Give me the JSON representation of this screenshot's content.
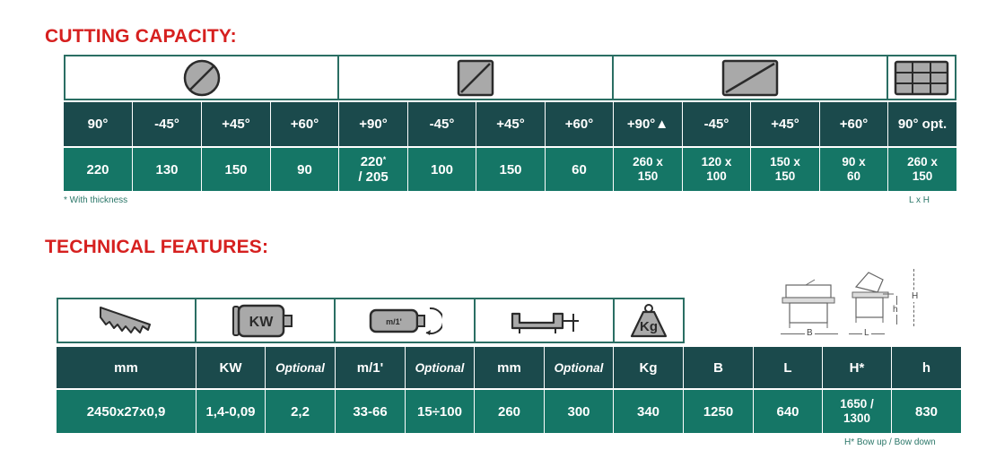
{
  "cutting": {
    "title": "CUTTING CAPACITY:",
    "icons": [
      "round-section-icon",
      "square-section-icon",
      "rectangular-section-icon",
      "bundle-section-icon"
    ],
    "headers": [
      "90°",
      "-45°",
      "+45°",
      "+60°",
      "+90°",
      "-45°",
      "+45°",
      "+60°",
      "+90°▲",
      "-45°",
      "+45°",
      "+60°",
      "90° opt."
    ],
    "values": [
      "220",
      "130",
      "150",
      "90",
      "220",
      "/ 205",
      "100",
      "150",
      "60",
      "260 x 150",
      "120 x 100",
      "150 x 150",
      "90 x 60",
      "260 x 150"
    ],
    "sup_mark": "*",
    "note_left": "* With thickness",
    "note_right": "L x H"
  },
  "technical": {
    "title": "TECHNICAL FEATURES:",
    "icons": [
      "saw-blade-icon",
      "motor-kw-icon",
      "blade-speed-icon",
      "vice-icon",
      "weight-kg-icon"
    ],
    "motor_label": "KW",
    "speed_label": "m/1'",
    "weight_label": "Kg",
    "headers": [
      "mm",
      "KW",
      "Optional",
      "m/1'",
      "Optional",
      "mm",
      "Optional",
      "Kg",
      "B",
      "L",
      "H*",
      "h"
    ],
    "values": [
      "2450x27x0,9",
      "1,4-0,09",
      "2,2",
      "33-66",
      "15÷100",
      "260",
      "300",
      "340",
      "1250",
      "640",
      "1650 / 1300",
      "830"
    ],
    "diagram": {
      "b_label": "B",
      "l_label": "L",
      "h_small_label": "h",
      "h_big_label": "H"
    },
    "note_right": "H* Bow up / Bow down"
  }
}
